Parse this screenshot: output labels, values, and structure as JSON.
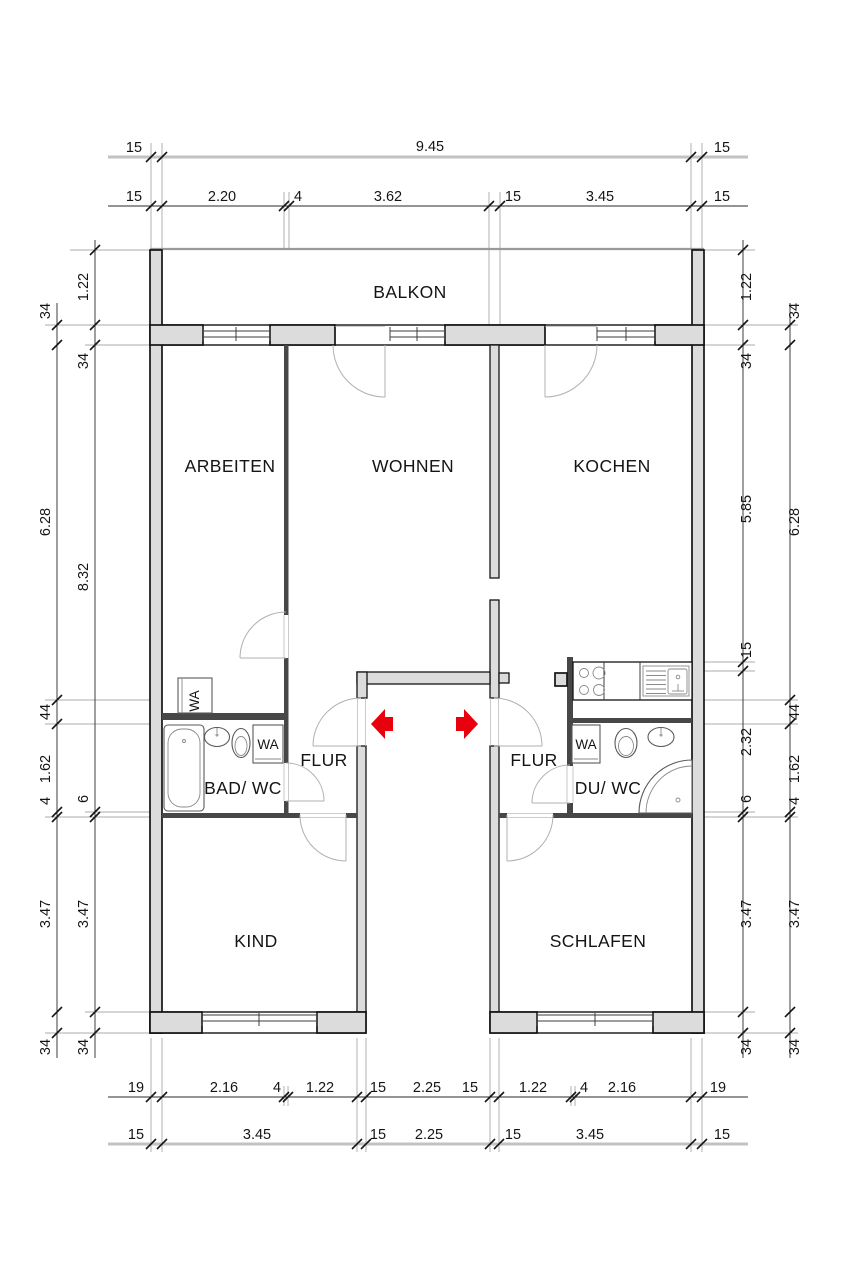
{
  "rooms": {
    "balkon": "BALKON",
    "arbeiten": "ARBEITEN",
    "wohnen": "WOHNEN",
    "kochen": "KOCHEN",
    "flur_left": "FLUR",
    "flur_right": "FLUR",
    "bad_wc": "BAD/ WC",
    "du_wc": "DU/ WC",
    "kind": "KIND",
    "schlafen": "SCHLAFEN",
    "wa_niche": "WA",
    "wa_bad": "WA",
    "wa_du": "WA"
  },
  "dims": {
    "top_row1": [
      "15",
      "9.45",
      "15"
    ],
    "top_row2": [
      "15",
      "2.20",
      "4",
      "3.62",
      "15",
      "3.45",
      "15"
    ],
    "bottom_row1": [
      "19",
      "2.16",
      "4",
      "1.22",
      "15",
      "2.25",
      "15",
      "1.22",
      "4",
      "2.16",
      "19"
    ],
    "bottom_row2": [
      "15",
      "3.45",
      "15",
      "2.25",
      "15",
      "3.45",
      "15"
    ],
    "left_outer": [
      "34",
      "6.28",
      "44",
      "1.62",
      "4",
      "3.47",
      "34"
    ],
    "left_inner": [
      "1.22",
      "34",
      "8.32",
      "6",
      "3.47",
      "34"
    ],
    "right_inner": [
      "1.22",
      "34",
      "5.85",
      "15",
      "2.32",
      "6",
      "3.47",
      "34"
    ],
    "right_outer": [
      "34",
      "6.28",
      "44",
      "1.62",
      "4",
      "3.47",
      "34"
    ]
  },
  "colors": {
    "wall_fill": "#dcdcdc",
    "wall_line": "#141414",
    "entrance_arrow": "#e8000d"
  }
}
